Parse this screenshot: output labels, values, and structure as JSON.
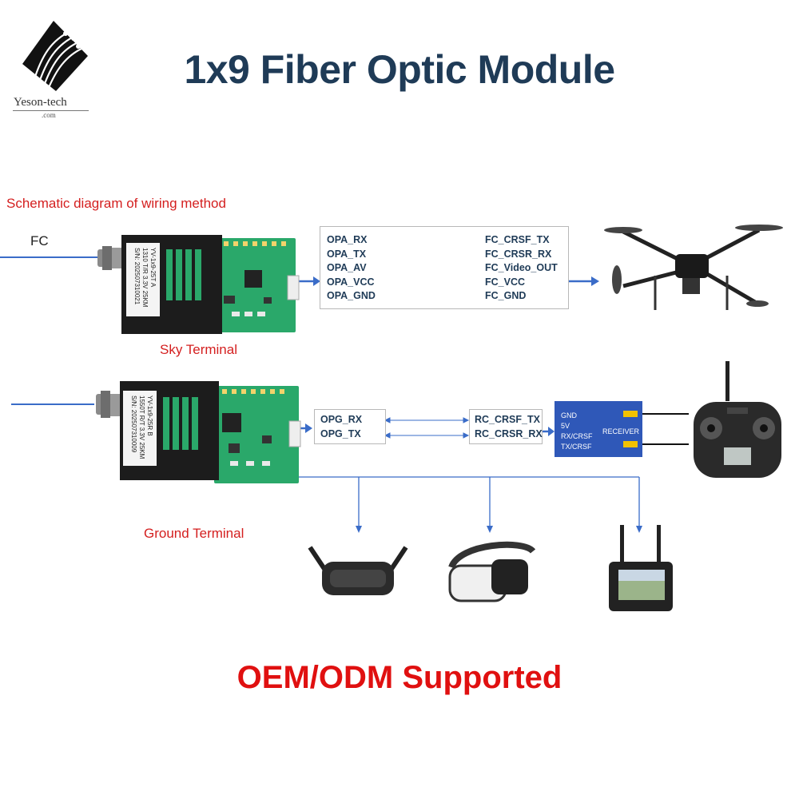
{
  "brand": {
    "name": "Yeson-tech",
    "domain": ".com"
  },
  "title": "1x9 Fiber Optic Module",
  "diagram_caption": "Schematic diagram of wiring method",
  "fc_label": "FC",
  "sky": {
    "label": "Sky Terminal",
    "module_text": [
      "YV-1x9-25T A",
      "1310 T/R 3.3V 25KM",
      "S/N: 202507310021"
    ],
    "opa_signals": [
      "OPA_RX",
      "OPA_TX",
      "OPA_AV",
      "OPA_VCC",
      "OPA_GND"
    ],
    "fc_signals": [
      "FC_CRSF_TX",
      "FC_CRSR_RX",
      "FC_Video_OUT",
      "FC_VCC",
      "FC_GND"
    ]
  },
  "ground": {
    "label": "Ground Terminal",
    "module_text": [
      "YV-1x9-25R B",
      "1550T R/T 3.3V 25KM",
      "S/N: 202507310009"
    ],
    "opg_signals": [
      "OPG_RX",
      "OPG_TX"
    ],
    "rc_signals": [
      "RC_CRSF_TX",
      "RC_CRSR_RX"
    ]
  },
  "receiver": {
    "pins": [
      "GND",
      "5V",
      "RX/CRSF",
      "TX/CRSF"
    ],
    "label": "RECEIVER"
  },
  "footer": "OEM/ODM Supported",
  "colors": {
    "title": "#1f3b57",
    "red": "#d41f1f",
    "line": "#3a6cc8",
    "pcb": "#2aa86a",
    "receiver": "#2f58b8"
  }
}
